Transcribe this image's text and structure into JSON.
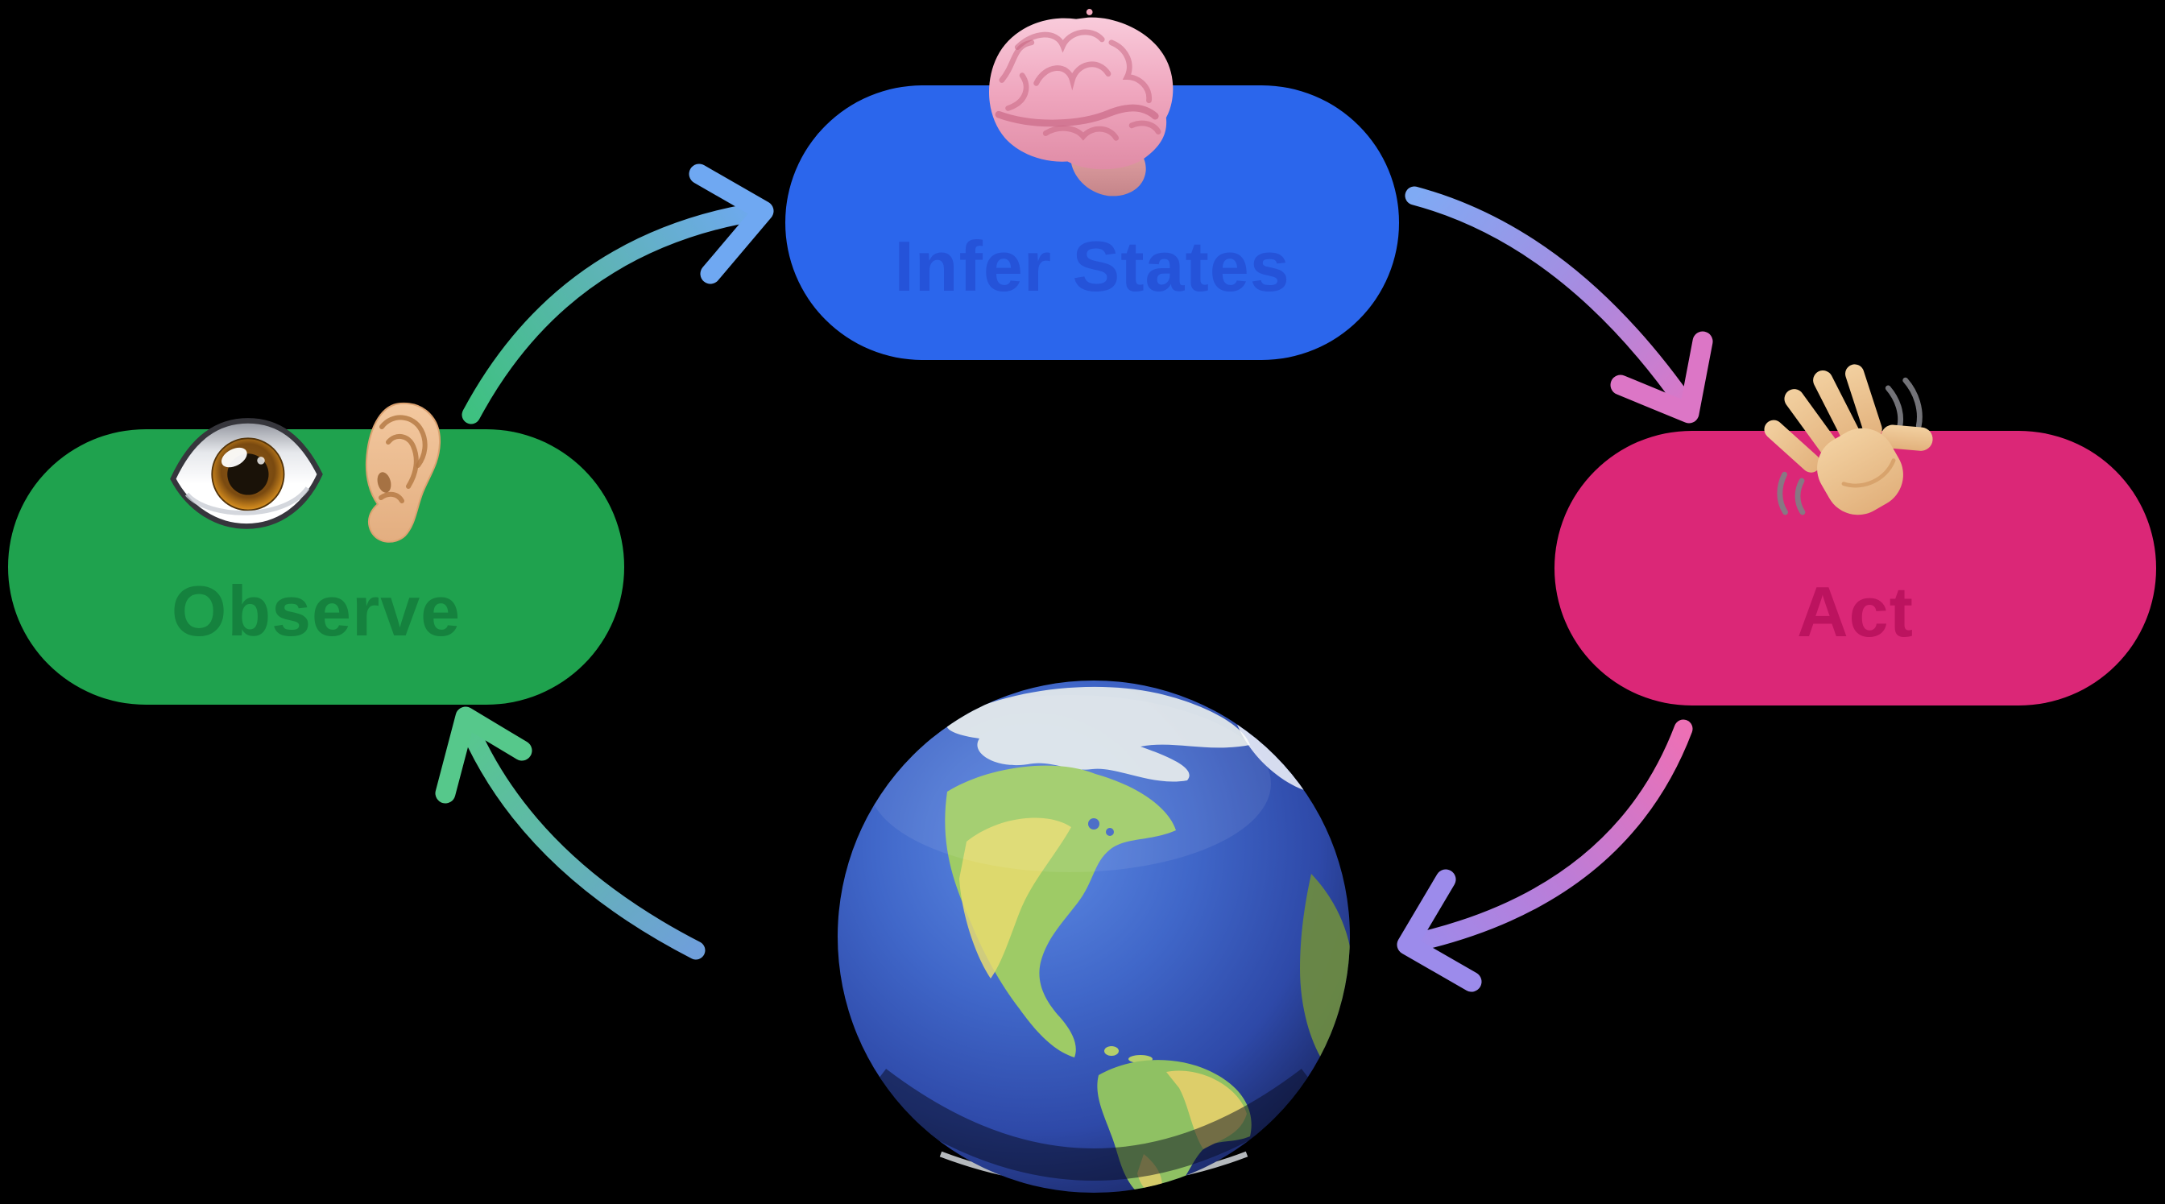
{
  "background_color": "#000000",
  "diagram": {
    "type": "cycle",
    "nodes": [
      {
        "label": "Infer States",
        "pill_color": "#2B66EC",
        "label_color": "#2553D9",
        "icon": "brain-emoji"
      },
      {
        "label": "Act",
        "pill_color": "#DB2777",
        "label_color": "#BC135F",
        "icon": "waving-hand-emoji"
      },
      {
        "label": "Observe",
        "pill_color": "#1FA24E",
        "label_color": "#15823E",
        "icons": [
          "eye-emoji",
          "ear-emoji"
        ]
      }
    ],
    "center": {
      "icon": "globe-americas-emoji"
    },
    "edges": [
      {
        "from": "Observe",
        "to": "Infer States",
        "gradient": [
          "#3EC180",
          "#6FA8F2"
        ]
      },
      {
        "from": "Infer States",
        "to": "Act",
        "gradient": [
          "#7FAAF4",
          "#DC76C6"
        ]
      },
      {
        "from": "Act",
        "to": "globe",
        "gradient": [
          "#ED70B5",
          "#9C8BEB"
        ]
      },
      {
        "from": "globe",
        "to": "Observe",
        "gradient": [
          "#6F9FDB",
          "#56C88B"
        ]
      }
    ]
  }
}
